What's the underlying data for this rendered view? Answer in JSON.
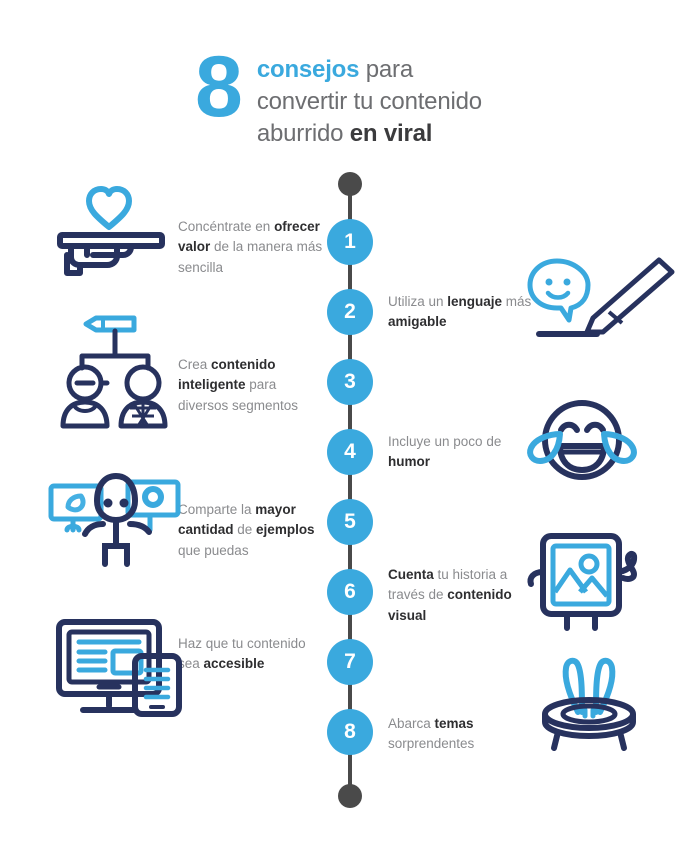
{
  "header": {
    "number": "8",
    "line1_accent": "consejos",
    "line1_rest": " para",
    "line2": "convertir tu contenido",
    "line3_rest": "aburrido ",
    "line3_strong": "en viral"
  },
  "colors": {
    "blue": "#3aa9de",
    "light_blue": "#45b0e3",
    "navy": "#27325e",
    "timeline_gray": "#4a4a4a",
    "body_text": "#8a8b8e",
    "bold_text": "#2e2e30",
    "title_gray": "#6d6e71",
    "background": "#ffffff"
  },
  "timeline": {
    "cap_top": "timeline-cap",
    "cap_bottom": "timeline-cap",
    "steps": [
      {
        "number": "1",
        "side": "left",
        "icon": "hand-tray-heart-icon",
        "text_parts": [
          {
            "t": "Concéntrate en ",
            "b": false
          },
          {
            "t": "ofrecer valor",
            "b": true
          },
          {
            "t": " de la manera más sencilla",
            "b": false
          }
        ]
      },
      {
        "number": "2",
        "side": "right",
        "icon": "pencil-smiley-bubble-icon",
        "text_parts": [
          {
            "t": "Utiliza un ",
            "b": false
          },
          {
            "t": "lenguaje",
            "b": true
          },
          {
            "t": " más ",
            "b": false
          },
          {
            "t": "amigable",
            "b": true
          }
        ]
      },
      {
        "number": "3",
        "side": "left",
        "icon": "org-chart-people-pencil-icon",
        "text_parts": [
          {
            "t": "Crea ",
            "b": false
          },
          {
            "t": "contenido inteligente",
            "b": true
          },
          {
            "t": " para diversos segmentos",
            "b": false
          }
        ]
      },
      {
        "number": "4",
        "side": "right",
        "icon": "laughing-tears-face-icon",
        "text_parts": [
          {
            "t": "Incluye un poco de ",
            "b": false
          },
          {
            "t": "humor",
            "b": true
          }
        ]
      },
      {
        "number": "5",
        "side": "left",
        "icon": "person-holding-signs-icon",
        "text_parts": [
          {
            "t": "Comparte la ",
            "b": false
          },
          {
            "t": "mayor cantidad",
            "b": true
          },
          {
            "t": " de ",
            "b": false
          },
          {
            "t": "ejemplos",
            "b": true
          },
          {
            "t": " que puedas",
            "b": false
          }
        ]
      },
      {
        "number": "6",
        "side": "right",
        "icon": "picture-frame-character-icon",
        "text_parts": [
          {
            "t": "Cuenta",
            "b": true
          },
          {
            "t": " tu historia a través de ",
            "b": false
          },
          {
            "t": "contenido visual",
            "b": true
          }
        ]
      },
      {
        "number": "7",
        "side": "left",
        "icon": "monitor-mobile-devices-icon",
        "text_parts": [
          {
            "t": "Haz que tu contenido sea ",
            "b": false
          },
          {
            "t": "accesible",
            "b": true
          }
        ]
      },
      {
        "number": "8",
        "side": "right",
        "icon": "magic-hat-rabbit-ears-icon",
        "text_parts": [
          {
            "t": "Abarca ",
            "b": false
          },
          {
            "t": "temas",
            "b": true
          },
          {
            "t": " sorprendentes",
            "b": false
          }
        ]
      }
    ]
  }
}
